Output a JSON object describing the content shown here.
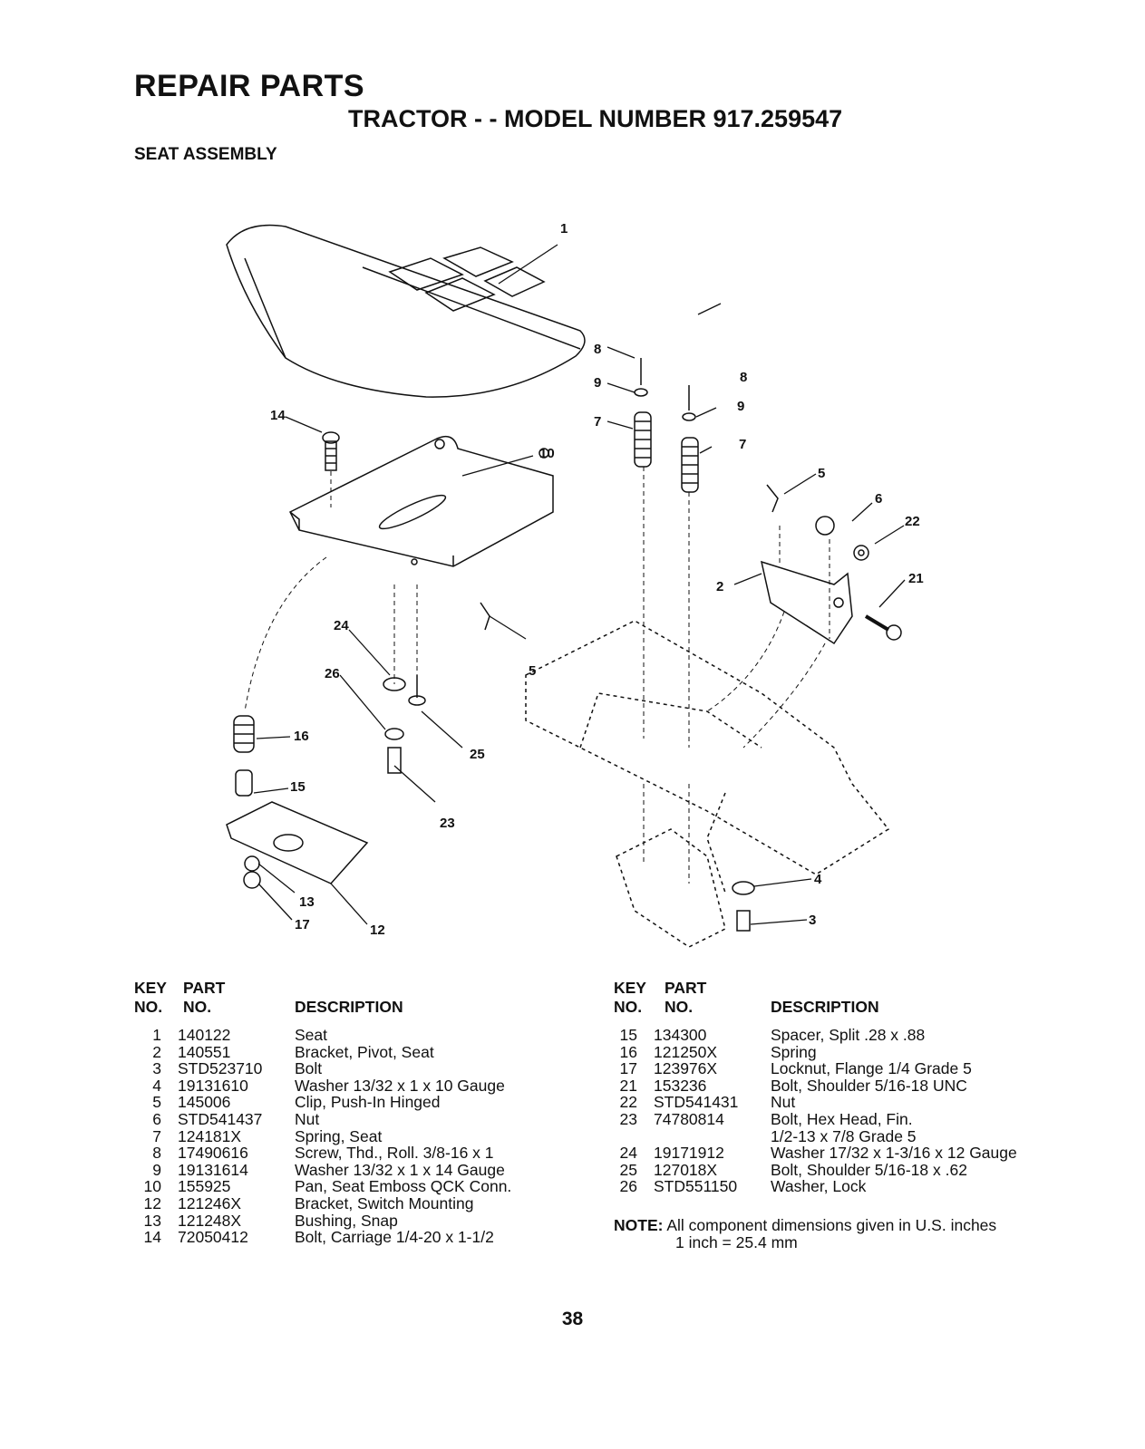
{
  "header": {
    "title": "REPAIR PARTS",
    "subtitle": "TRACTOR - - MODEL NUMBER 917.259547",
    "section": "SEAT ASSEMBLY"
  },
  "diagram_callouts": [
    "1",
    "8",
    "9",
    "8",
    "9",
    "7",
    "7",
    "14",
    "10",
    "5",
    "6",
    "22",
    "21",
    "2",
    "24",
    "5",
    "26",
    "16",
    "25",
    "15",
    "23",
    "13",
    "17",
    "12",
    "4",
    "3"
  ],
  "table_headers": {
    "key_line1": "KEY",
    "key_line2": "NO.",
    "part_line1": "PART",
    "part_line2": "NO.",
    "description": "DESCRIPTION"
  },
  "parts_left": [
    {
      "key": "1",
      "part": "140122",
      "desc": "Seat"
    },
    {
      "key": "2",
      "part": "140551",
      "desc": "Bracket, Pivot, Seat"
    },
    {
      "key": "3",
      "part": "STD523710",
      "desc": "Bolt"
    },
    {
      "key": "4",
      "part": "19131610",
      "desc": "Washer  13/32 x 1 x 10 Gauge"
    },
    {
      "key": "5",
      "part": "145006",
      "desc": "Clip, Push-In  Hinged"
    },
    {
      "key": "6",
      "part": "STD541437",
      "desc": "Nut"
    },
    {
      "key": "7",
      "part": "124181X",
      "desc": "Spring, Seat"
    },
    {
      "key": "8",
      "part": "17490616",
      "desc": "Screw, Thd., Roll.  3/8-16 x 1"
    },
    {
      "key": "9",
      "part": "19131614",
      "desc": "Washer  13/32 x 1 x 14 Gauge"
    },
    {
      "key": "10",
      "part": "155925",
      "desc": "Pan, Seat Emboss QCK Conn."
    },
    {
      "key": "12",
      "part": "121246X",
      "desc": "Bracket, Switch Mounting"
    },
    {
      "key": "13",
      "part": "121248X",
      "desc": "Bushing, Snap"
    },
    {
      "key": "14",
      "part": "72050412",
      "desc": "Bolt, Carriage  1/4-20 x 1-1/2"
    }
  ],
  "parts_right": [
    {
      "key": "15",
      "part": "134300",
      "desc": "Spacer, Split  .28 x  .88"
    },
    {
      "key": "16",
      "part": "121250X",
      "desc": "Spring"
    },
    {
      "key": "17",
      "part": "123976X",
      "desc": "Locknut, Flange  1/4 Grade 5"
    },
    {
      "key": "21",
      "part": "153236",
      "desc": "Bolt, Shoulder  5/16-18 UNC"
    },
    {
      "key": "22",
      "part": "STD541431",
      "desc": "Nut"
    },
    {
      "key": "23",
      "part": "74780814",
      "desc": "Bolt, Hex Head, Fin."
    },
    {
      "key": "",
      "part": "",
      "desc": "1/2-13 x 7/8 Grade 5"
    },
    {
      "key": "24",
      "part": "19171912",
      "desc": "Washer  17/32 x 1-3/16 x 12 Gauge"
    },
    {
      "key": "25",
      "part": "127018X",
      "desc": "Bolt, Shoulder  5/16-18 x .62"
    },
    {
      "key": "26",
      "part": "STD551150",
      "desc": "Washer, Lock"
    }
  ],
  "note": {
    "label": "NOTE:",
    "line1": "All component dimensions given in U.S. inches",
    "line2": "1 inch = 25.4 mm"
  },
  "page_number": "38"
}
